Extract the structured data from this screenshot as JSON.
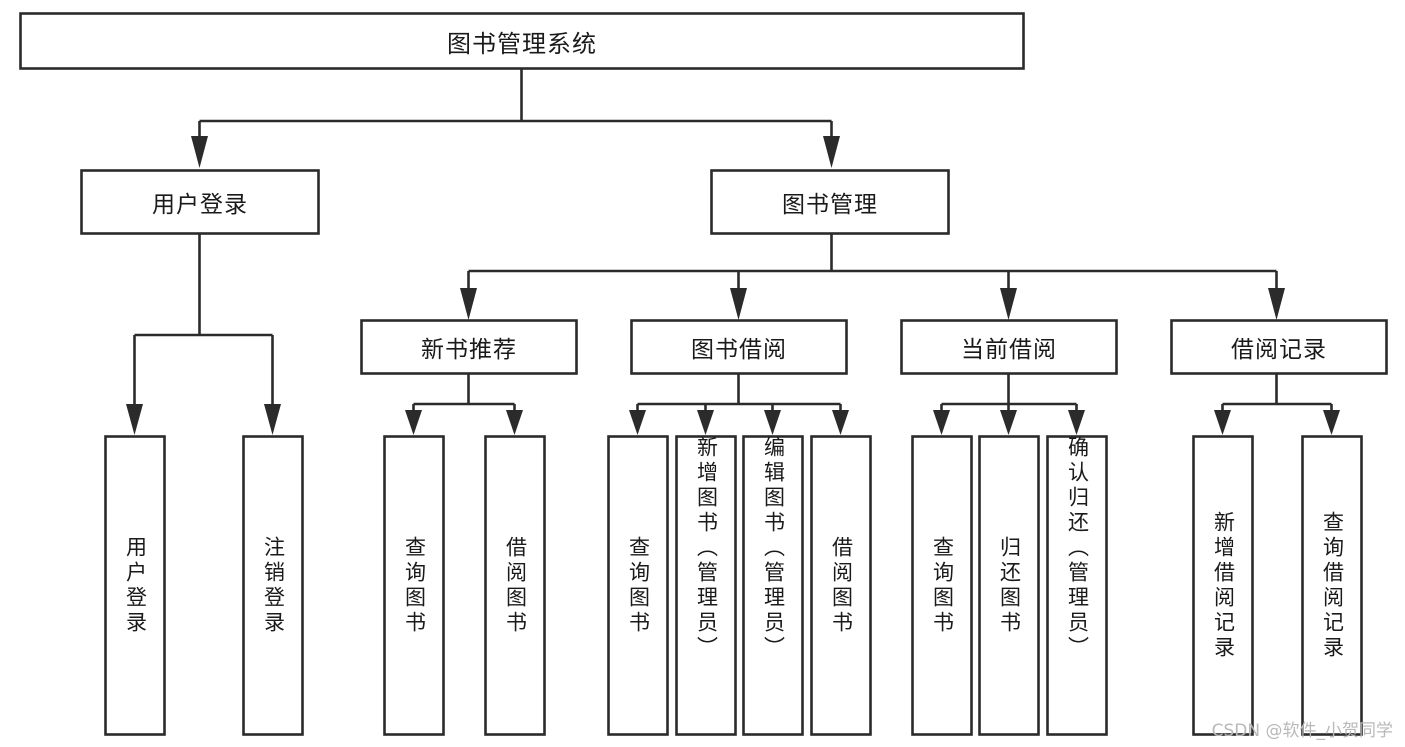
{
  "diagram": {
    "title": "图书管理系统",
    "type": "hierarchy-tree",
    "watermark": "CSDN @软件_小贺同学",
    "colors": {
      "stroke": "#2b2b2b",
      "fill": "#ffffff",
      "text": "#1a1a1a",
      "watermark": "#b9b9b9",
      "background": "#ffffff"
    },
    "root": {
      "id": "root",
      "label": "图书管理系统"
    },
    "level2": [
      {
        "id": "user-login",
        "label": "用户登录"
      },
      {
        "id": "book-manage",
        "label": "图书管理"
      }
    ],
    "level3": [
      {
        "id": "new-book-recommend",
        "label": "新书推荐",
        "parent": "book-manage"
      },
      {
        "id": "book-borrow",
        "label": "图书借阅",
        "parent": "book-manage"
      },
      {
        "id": "current-borrow",
        "label": "当前借阅",
        "parent": "book-manage"
      },
      {
        "id": "borrow-record",
        "label": "借阅记录",
        "parent": "book-manage"
      }
    ],
    "leaves": {
      "user-login": [
        {
          "id": "leaf-user-login",
          "label": "用户登录"
        },
        {
          "id": "leaf-user-logout",
          "label": "注销登录"
        }
      ],
      "new-book-recommend": [
        {
          "id": "leaf-query-book-1",
          "label": "查询图书"
        },
        {
          "id": "leaf-borrow-book-1",
          "label": "借阅图书"
        }
      ],
      "book-borrow": [
        {
          "id": "leaf-query-book-2",
          "label": "查询图书"
        },
        {
          "id": "leaf-add-book",
          "label": "新增图书（管理员）"
        },
        {
          "id": "leaf-edit-book",
          "label": "编辑图书（管理员）"
        },
        {
          "id": "leaf-borrow-book-2",
          "label": "借阅图书"
        }
      ],
      "current-borrow": [
        {
          "id": "leaf-query-book-3",
          "label": "查询图书"
        },
        {
          "id": "leaf-return-book",
          "label": "归还图书"
        },
        {
          "id": "leaf-confirm-return",
          "label": "确认归还（管理员）"
        }
      ],
      "borrow-record": [
        {
          "id": "leaf-add-record",
          "label": "新增借阅记录"
        },
        {
          "id": "leaf-query-record",
          "label": "查询借阅记录"
        }
      ]
    }
  }
}
